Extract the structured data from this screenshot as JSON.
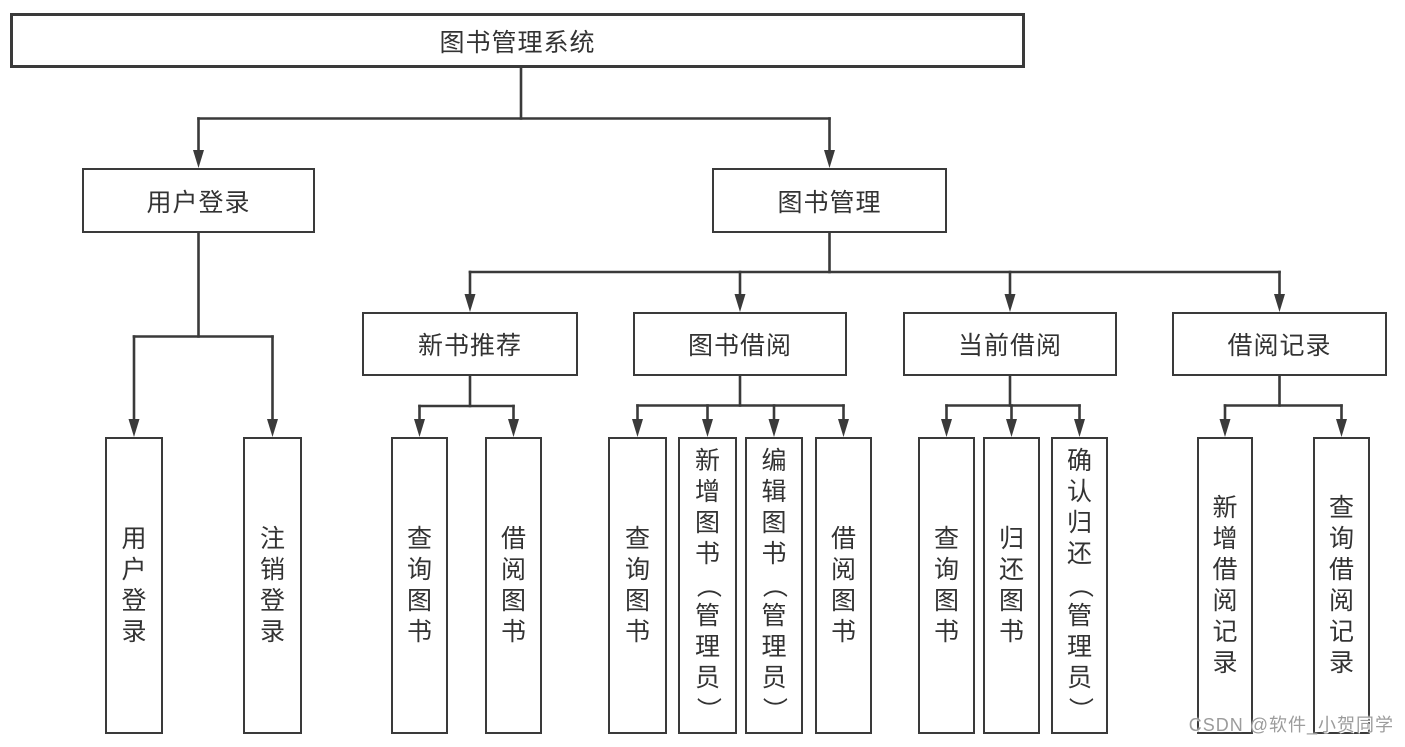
{
  "diagram": {
    "title": "图书管理系统",
    "watermark": "CSDN @软件_小贺同学",
    "branches": {
      "user_login": {
        "label": "用户登录",
        "children": [
          {
            "label": "用户登录"
          },
          {
            "label": "注销登录"
          }
        ]
      },
      "book_management": {
        "label": "图书管理",
        "children": [
          {
            "label": "新书推荐",
            "children": [
              {
                "label": "查询图书"
              },
              {
                "label": "借阅图书"
              }
            ]
          },
          {
            "label": "图书借阅",
            "children": [
              {
                "label": "查询图书"
              },
              {
                "label": "新增图书（管理员）"
              },
              {
                "label": "编辑图书（管理员）"
              },
              {
                "label": "借阅图书"
              }
            ]
          },
          {
            "label": "当前借阅",
            "children": [
              {
                "label": "查询图书"
              },
              {
                "label": "归还图书"
              },
              {
                "label": "确认归还（管理员）"
              }
            ]
          },
          {
            "label": "借阅记录",
            "children": [
              {
                "label": "新增借阅记录"
              },
              {
                "label": "查询借阅记录"
              }
            ]
          }
        ]
      }
    },
    "line_color": "#3a3a3a",
    "text_color": "#333333",
    "background_color": "#ffffff",
    "watermark_color": "#9c9c9c"
  }
}
